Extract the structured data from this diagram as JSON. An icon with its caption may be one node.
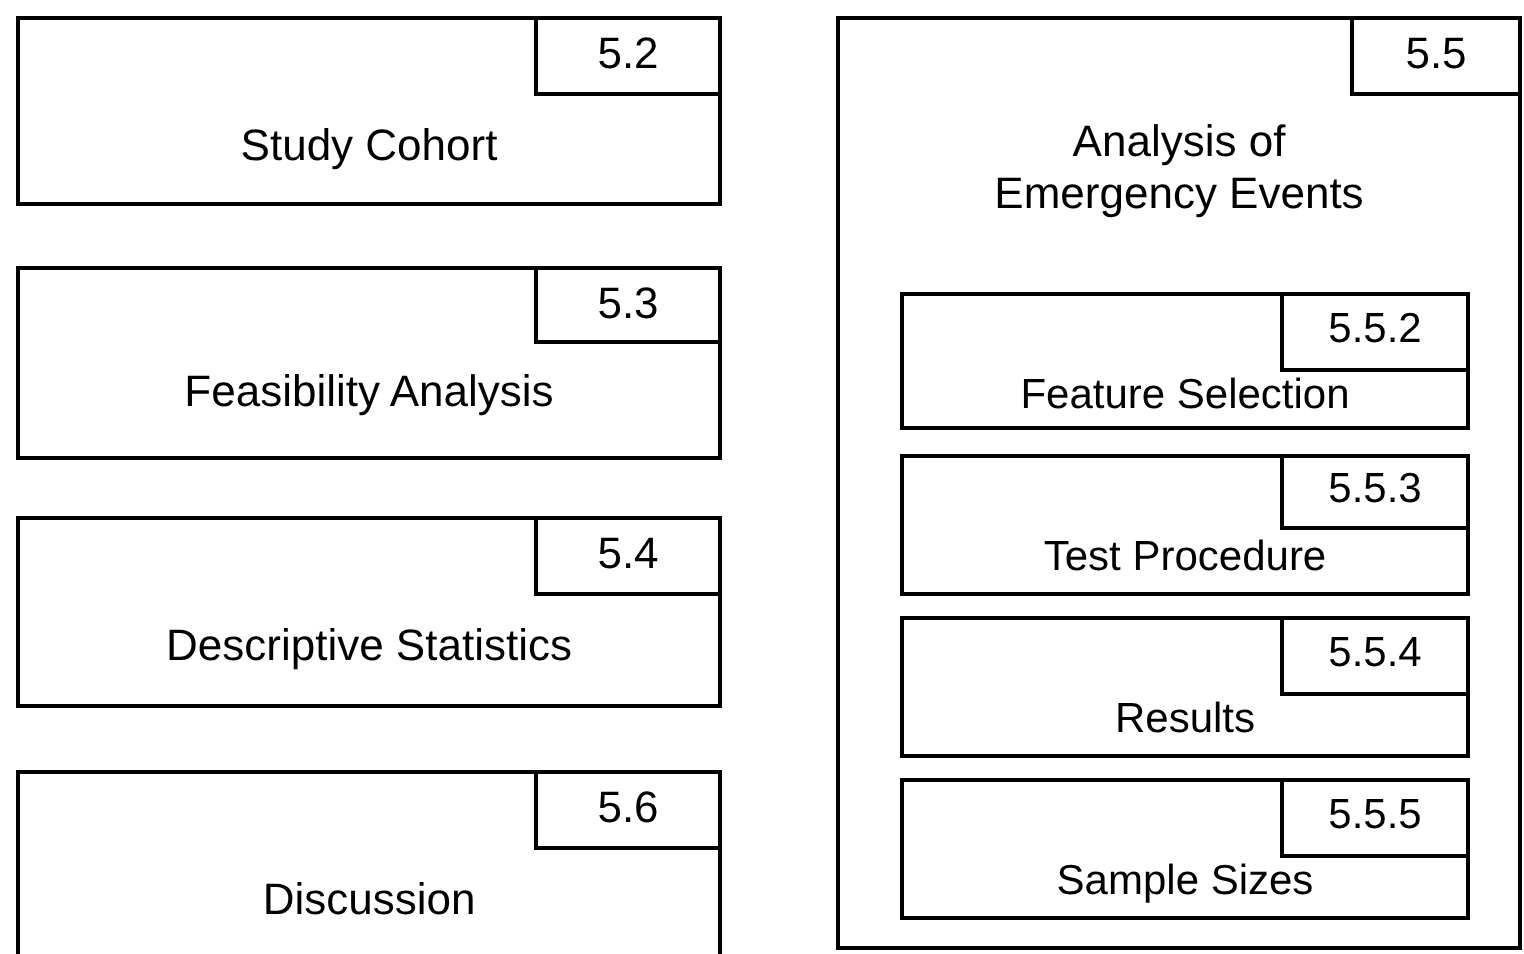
{
  "diagram": {
    "nodes": [
      {
        "text": [
          "Study Cohort"
        ]
      },
      {
        "text": [
          "5.2"
        ],
        "in": 0
      },
      {
        "text": [
          "Feasibility Analysis"
        ]
      },
      {
        "text": [
          "5.3"
        ],
        "in": 2
      },
      {
        "text": [
          "Descriptive Statistics"
        ]
      },
      {
        "text": [
          "5.4"
        ],
        "in": 4
      },
      {
        "text": [
          "Discussion"
        ]
      },
      {
        "text": [
          "5.6"
        ],
        "in": 6
      },
      {
        "text": [
          "Analysis of Emergency Events"
        ]
      },
      {
        "text": [
          "5.5"
        ],
        "in": 8
      },
      {
        "text": [
          "Feature Selection"
        ],
        "in": 8
      },
      {
        "text": [
          "5.5.2"
        ],
        "in": 10
      },
      {
        "text": [
          "Test Procedure"
        ],
        "in": 8
      },
      {
        "text": [
          "5.5.3"
        ],
        "in": 12
      },
      {
        "text": [
          "Results"
        ],
        "in": 8
      },
      {
        "text": [
          "5.5.4"
        ],
        "in": 14
      },
      {
        "text": [
          "Sample Sizes"
        ],
        "in": 8
      },
      {
        "text": [
          "5.5.5"
        ],
        "in": 16
      }
    ]
  }
}
